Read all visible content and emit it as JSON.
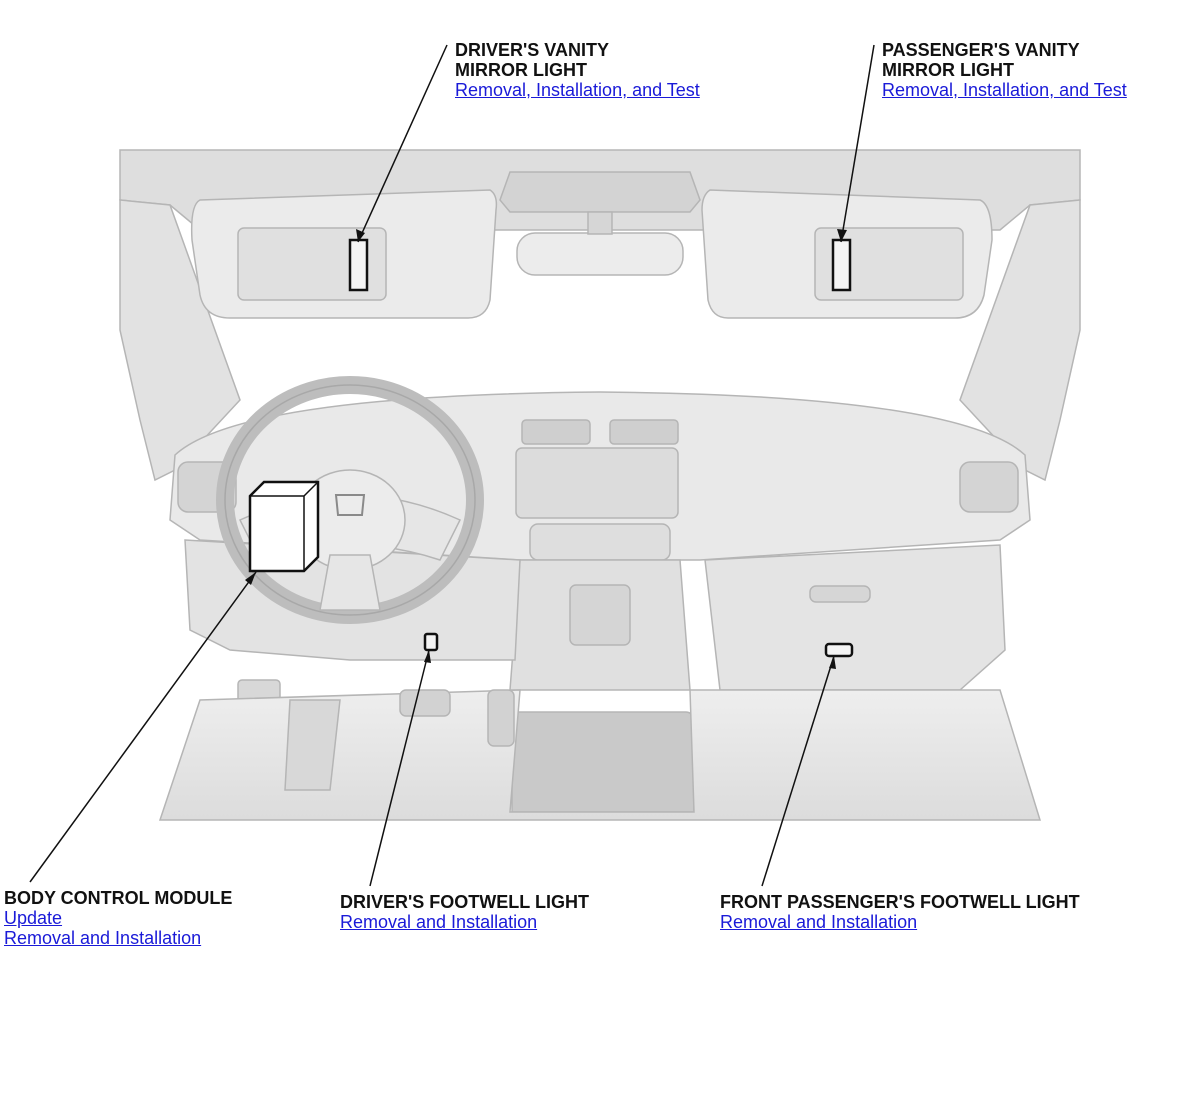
{
  "callouts": {
    "drivers_vanity": {
      "title_line1": "DRIVER'S VANITY",
      "title_line2": "MIRROR LIGHT",
      "link": "Removal, Installation, and Test"
    },
    "passengers_vanity": {
      "title_line1": "PASSENGER'S VANITY",
      "title_line2": "MIRROR LIGHT",
      "link": "Removal, Installation, and Test"
    },
    "body_control_module": {
      "title": "BODY CONTROL MODULE",
      "link1": "Update",
      "link2": "Removal and Installation"
    },
    "drivers_footwell": {
      "title": "DRIVER'S FOOTWELL LIGHT",
      "link": "Removal and Installation"
    },
    "front_passengers_footwell": {
      "title": "FRONT PASSENGER'S FOOTWELL LIGHT",
      "link": "Removal and Installation"
    }
  },
  "colors": {
    "link": "#1a1ad8",
    "text": "#111111",
    "line": "#111111",
    "car_fill": "#e6e6e6",
    "car_stroke": "#b5b5b5"
  }
}
